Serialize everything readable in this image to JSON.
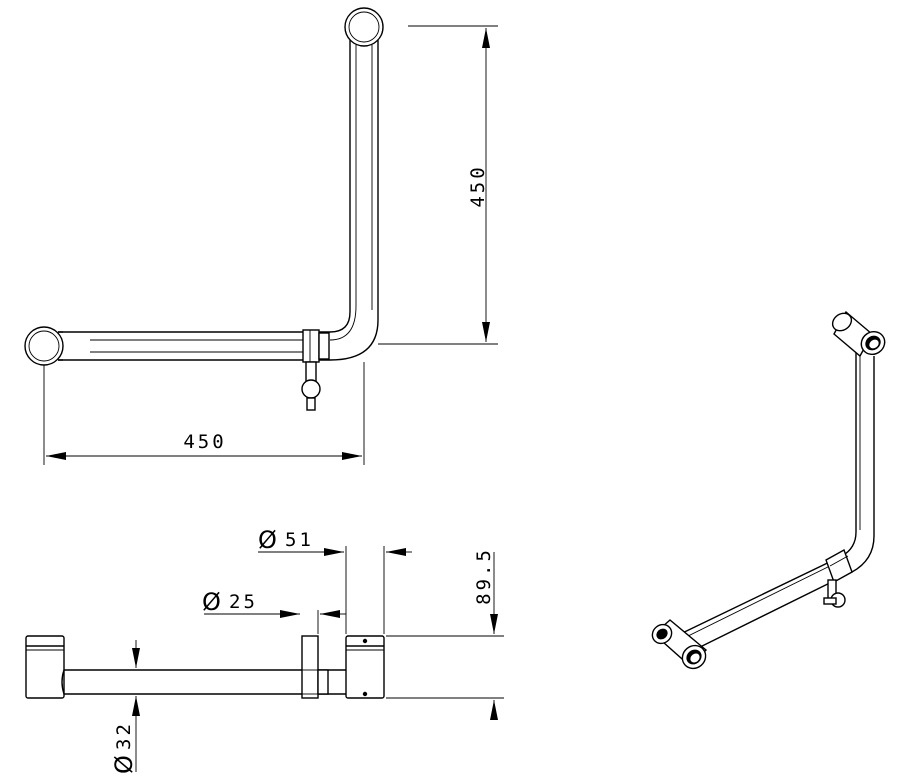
{
  "dimensions": {
    "vertical_length": "450",
    "horizontal_length": "450",
    "flange_diameter_symbol": "Ø",
    "flange_diameter_value": "51",
    "clamp_diameter_symbol": "Ø",
    "clamp_diameter_value": "25",
    "tube_diameter_symbol": "Ø",
    "tube_diameter_value": "32",
    "height": "89.5"
  },
  "colors": {
    "line": "#000000",
    "background": "#ffffff"
  }
}
